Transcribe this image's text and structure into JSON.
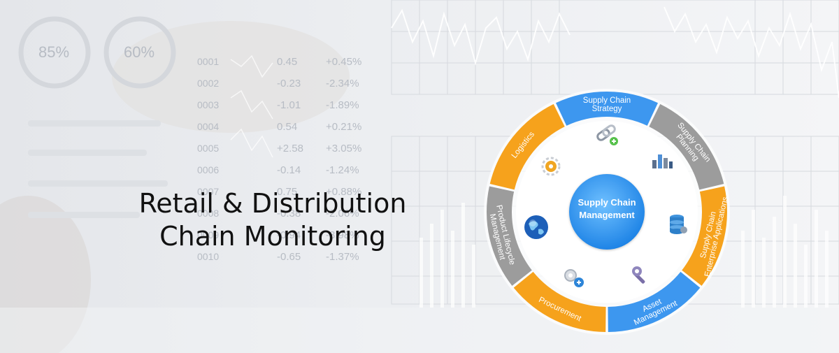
{
  "headline": {
    "line1": "Retail & Distribution",
    "line2": "Chain Monitoring"
  },
  "background": {
    "gauges": [
      "85%",
      "60%"
    ],
    "ticker_ids": [
      "0001",
      "0002",
      "0003",
      "0004",
      "0005",
      "0006",
      "0007",
      "0008",
      "0009",
      "0010"
    ],
    "ticker_values": [
      "0.45",
      "-0.23",
      "-1.01",
      "0.54",
      "+2.58",
      "-0.14",
      "0.75",
      "-0.38",
      "-0.94",
      "-0.65"
    ],
    "ticker_changes": [
      "+0.45%",
      "-2.34%",
      "-1.89%",
      "+0.21%",
      "+3.05%",
      "-1.24%",
      "+0.88%",
      "-2.06%",
      "-3.98%",
      "-1.37%"
    ]
  },
  "diagram": {
    "center_line1": "Supply Chain",
    "center_line2": "Management",
    "segments": [
      {
        "id": "strategy",
        "line1": "Supply Chain",
        "line2": "Strategy",
        "color": "#3d97ef"
      },
      {
        "id": "planning",
        "line1": "Supply Chain",
        "line2": "Planning",
        "color": "#9c9c9c"
      },
      {
        "id": "enterprise",
        "line1": "Supply Chain",
        "line2": "Enterprise Applications",
        "color": "#f6a21c"
      },
      {
        "id": "asset",
        "line1": "Asset",
        "line2": "Management",
        "color": "#3d97ef"
      },
      {
        "id": "procurement",
        "line1": "Procurement",
        "line2": "",
        "color": "#f6a21c"
      },
      {
        "id": "lifecycle",
        "line1": "Product Lifecycle",
        "line2": "Management",
        "color": "#9c9c9c"
      },
      {
        "id": "logistics",
        "line1": "Logistics",
        "line2": "",
        "color": "#f6a21c"
      }
    ],
    "icons": [
      "chain-link-icon",
      "bar-chart-icon",
      "database-icon",
      "wrench-icon",
      "gears-icon",
      "globe-icon",
      "sun-gear-icon"
    ]
  }
}
